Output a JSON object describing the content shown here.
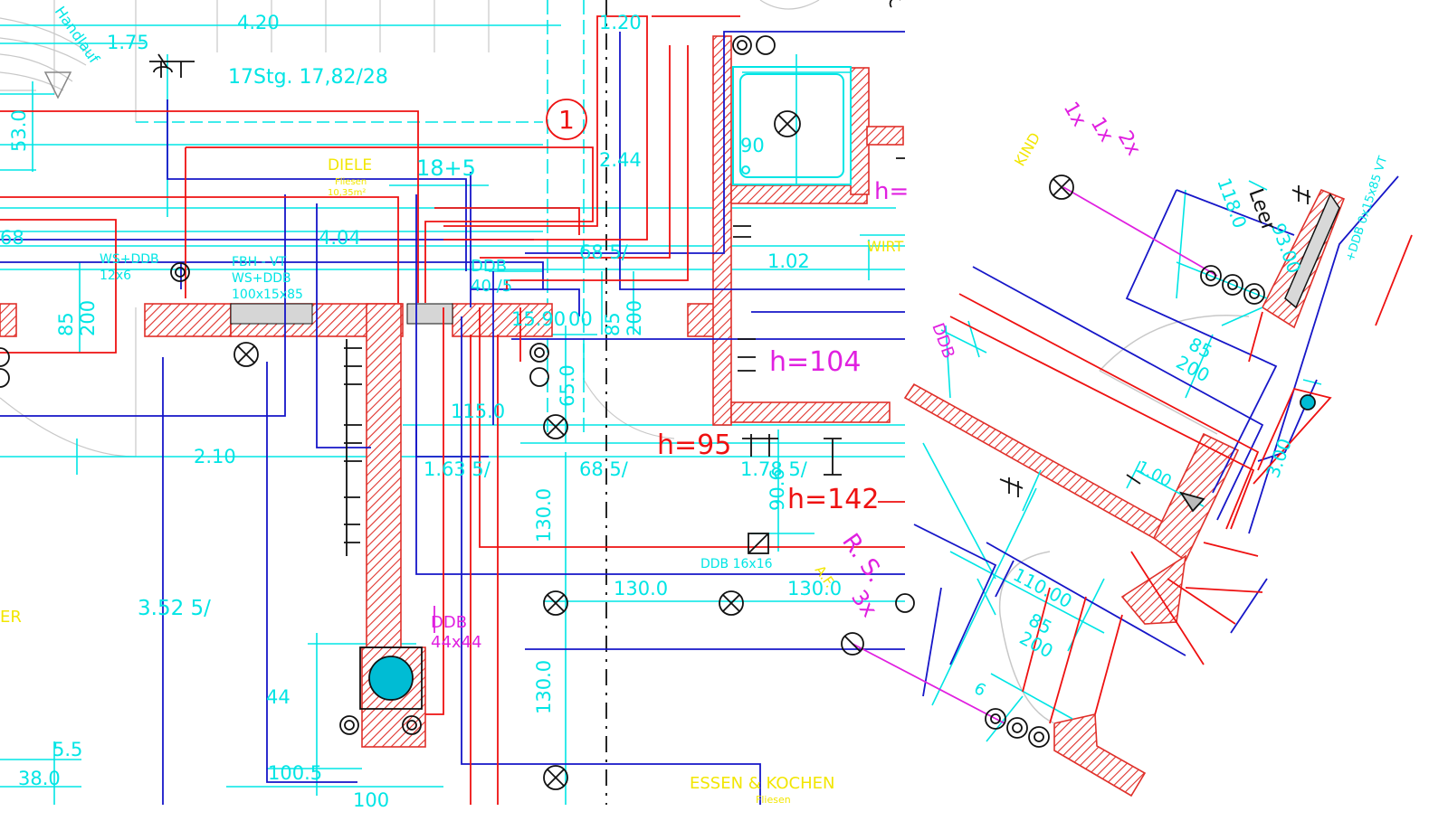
{
  "colors": {
    "dimension": "#00e5e5",
    "wall_hatch": "#e0302a",
    "supply": "#ee1111",
    "return": "#1616c8",
    "room_label": "#f2e600",
    "height_note": "#e020e0",
    "black": "#111111",
    "grey": "#c8c8c8"
  },
  "left_view": {
    "stair_note": "17Stg. 17,82/28",
    "stair_word": "Handlauf",
    "circle_marker": "1",
    "room_diele": "DIELE",
    "room_diele_sub": "Fliesen",
    "room_diele_area": "10,35m²",
    "room_essen": "ESSEN & KOCHEN",
    "room_essen_sub": "Fliesen",
    "room_partial_left": "ER",
    "room_wirt": "WIRT",
    "dims": {
      "d420": "4.20",
      "d175": "1.75",
      "d120": "1.20",
      "d530": "53.0",
      "d244": "2.44",
      "d90": "90",
      "d1805": "18+5",
      "d404": "4.04",
      "d68": "68",
      "d6855a": "68 5/",
      "d102": "1.02",
      "d85a": "85",
      "d200a": "200",
      "d4075": "40 /5",
      "d1590": "15.90",
      "d00": "00",
      "d85b": "85",
      "d200b": "200",
      "d650": "65.0",
      "d1150": "115.0",
      "d210": "2.10",
      "d1635": "1.63 5/",
      "d6855b": "68 5/",
      "d1785": "1.78 5/",
      "d906": "90.6",
      "d1300a": "130.0",
      "d1300b": "130.0",
      "d1300c": "130.0",
      "d1300d": "130.0",
      "d3525": "3.52 5/",
      "d44": "44",
      "d55": "5.5",
      "d380": "38.0",
      "d1005": "100.5",
      "d100": "100"
    },
    "heights": {
      "h104": "h=104",
      "h95": "h=95",
      "h142": "h=142",
      "h_partial": "h="
    },
    "ddb_labels": {
      "ws_ddb_1": "WS+DDB",
      "ws_ddb_1_size": "12x6",
      "fbh_vt": "FBH - VT",
      "ws_ddb_2": "WS+DDB",
      "ws_ddb_2_size": "100x15x85",
      "ddb_small": "DDB",
      "ddb_16": "DDB  16x16",
      "ddb_44": "DDB",
      "ddb_44_size": "44x44"
    },
    "rs_note": "R. S.",
    "sx_note": "3x",
    "af_note": "A.F."
  },
  "right_view": {
    "label_kind": "KIND",
    "label_1x_a": "1x",
    "label_1x_b": "1x",
    "label_2x": "2x",
    "label_leer": "Leer",
    "dim_1180": "118.0",
    "dim_930": "93.00",
    "dim_85": "85",
    "dim_200": "200",
    "dim_ddb_label": "DDB",
    "dim_1100": "110.00",
    "dim_85b": "85",
    "dim_200b": "200",
    "dim_10": "1.00",
    "dim_300": "3.00",
    "dim_6": "6",
    "label_vt": "+DDB 0x15x85 VT"
  }
}
